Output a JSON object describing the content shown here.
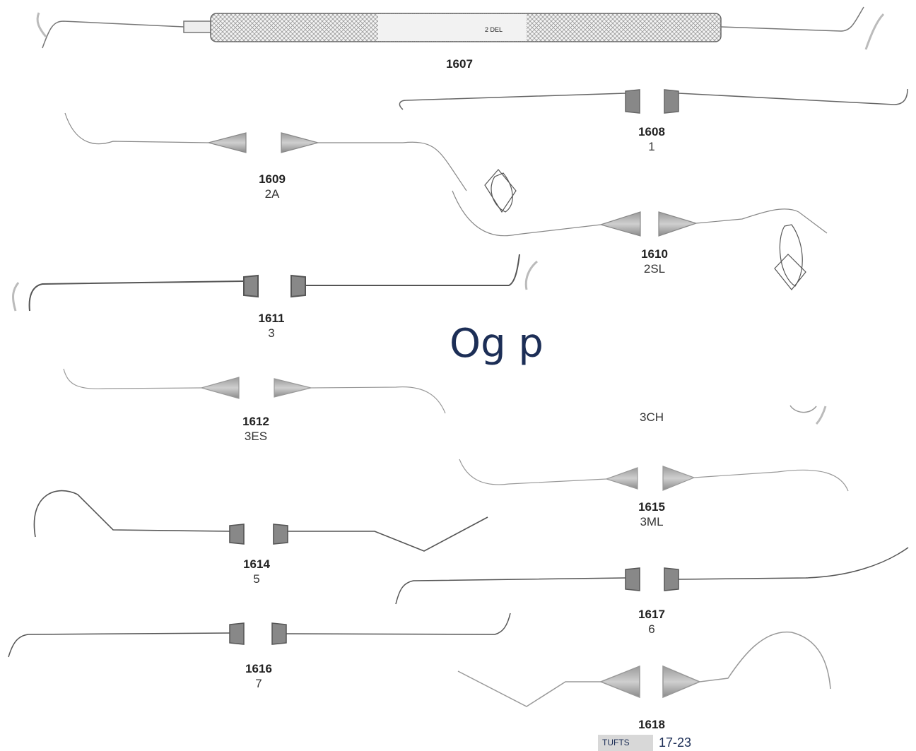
{
  "instruments": [
    {
      "id": "1607",
      "num": "1607",
      "sub": "",
      "handle_text": "2 DEL"
    },
    {
      "id": "1608",
      "num": "1608",
      "sub": "1"
    },
    {
      "id": "1609",
      "num": "1609",
      "sub": "2A"
    },
    {
      "id": "1610",
      "num": "1610",
      "sub": "2SL"
    },
    {
      "id": "1611",
      "num": "1611",
      "sub": "3"
    },
    {
      "id": "1612",
      "num": "1612",
      "sub": "3ES"
    },
    {
      "id": "1613",
      "num": "",
      "sub": "3CH"
    },
    {
      "id": "1614",
      "num": "1614",
      "sub": "5"
    },
    {
      "id": "1615",
      "num": "1615",
      "sub": "3ML"
    },
    {
      "id": "1616",
      "num": "1616",
      "sub": "7"
    },
    {
      "id": "1617",
      "num": "1617",
      "sub": "6"
    },
    {
      "id": "1618",
      "num": "1618",
      "sub": ""
    }
  ],
  "overlay_text": "Og p",
  "tag": {
    "label": "TUFTS",
    "value": "17-23"
  },
  "colors": {
    "overlay_text": "#1c2e56",
    "tag_bg": "#d8d8d8",
    "instrument": "#777777"
  }
}
